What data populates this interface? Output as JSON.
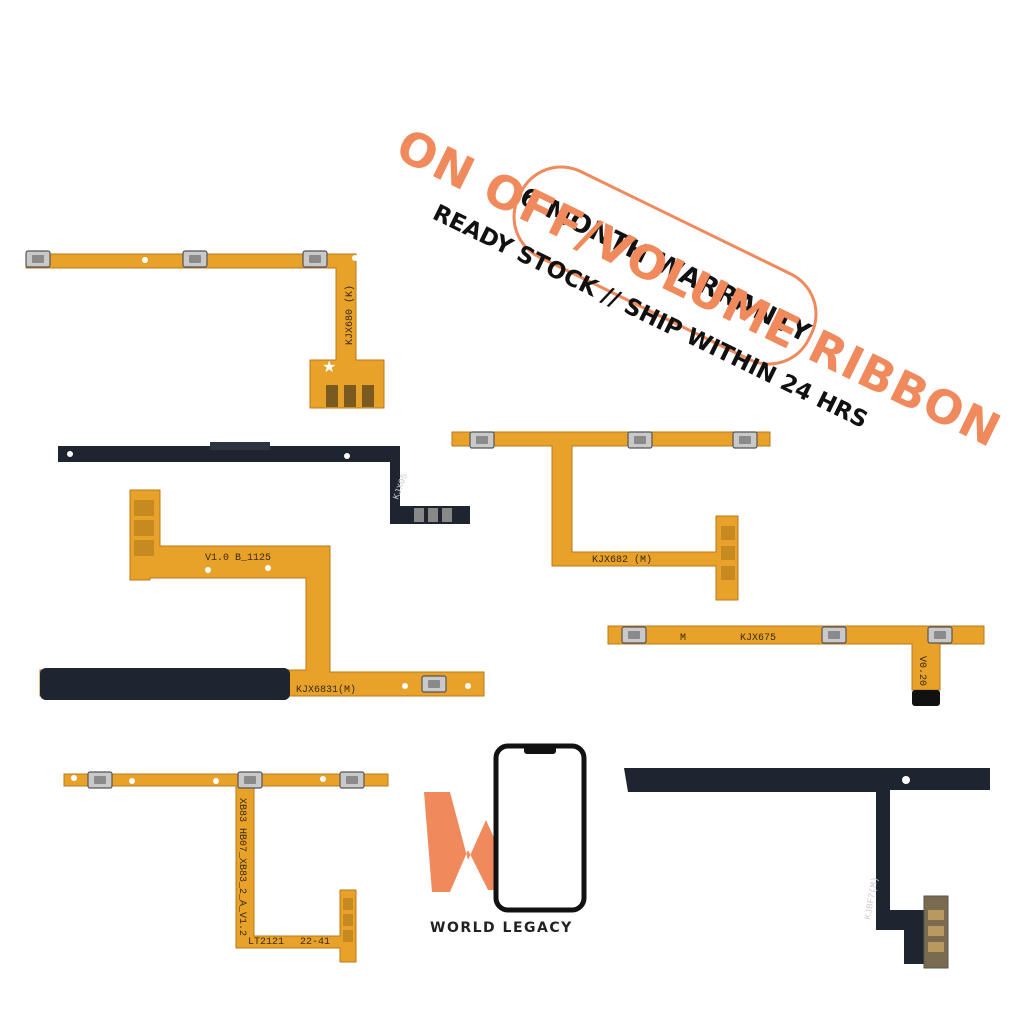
{
  "banner": {
    "warranty": "6 MONTH WARRANTY",
    "headline": "ON OFF/VOLUME RIBBON",
    "subline": "READY STOCK // SHIP WITHIN 24 HRS"
  },
  "brand": {
    "name": "WORLD LEGACY",
    "logo_icon": "w-letter-phone-icon"
  },
  "cable_labels": {
    "c1": "KJX680 (K)",
    "c2": "KJX05",
    "c3": "V1.0 B_1125",
    "c3b": "KJX6831(M)",
    "c4": "KJX682 (M)",
    "c5m": "M",
    "c5": "KJX675",
    "c5v": "V0.20",
    "c6": "XB83 HB07_XB83_2_A_V1.2",
    "c6b": "LT2121",
    "c6c": "22-41",
    "c7": "KJBF7(M)"
  },
  "colors": {
    "accent": "#f08a5d",
    "flex": "#e8a22a",
    "dark_flex": "#1e2530"
  }
}
